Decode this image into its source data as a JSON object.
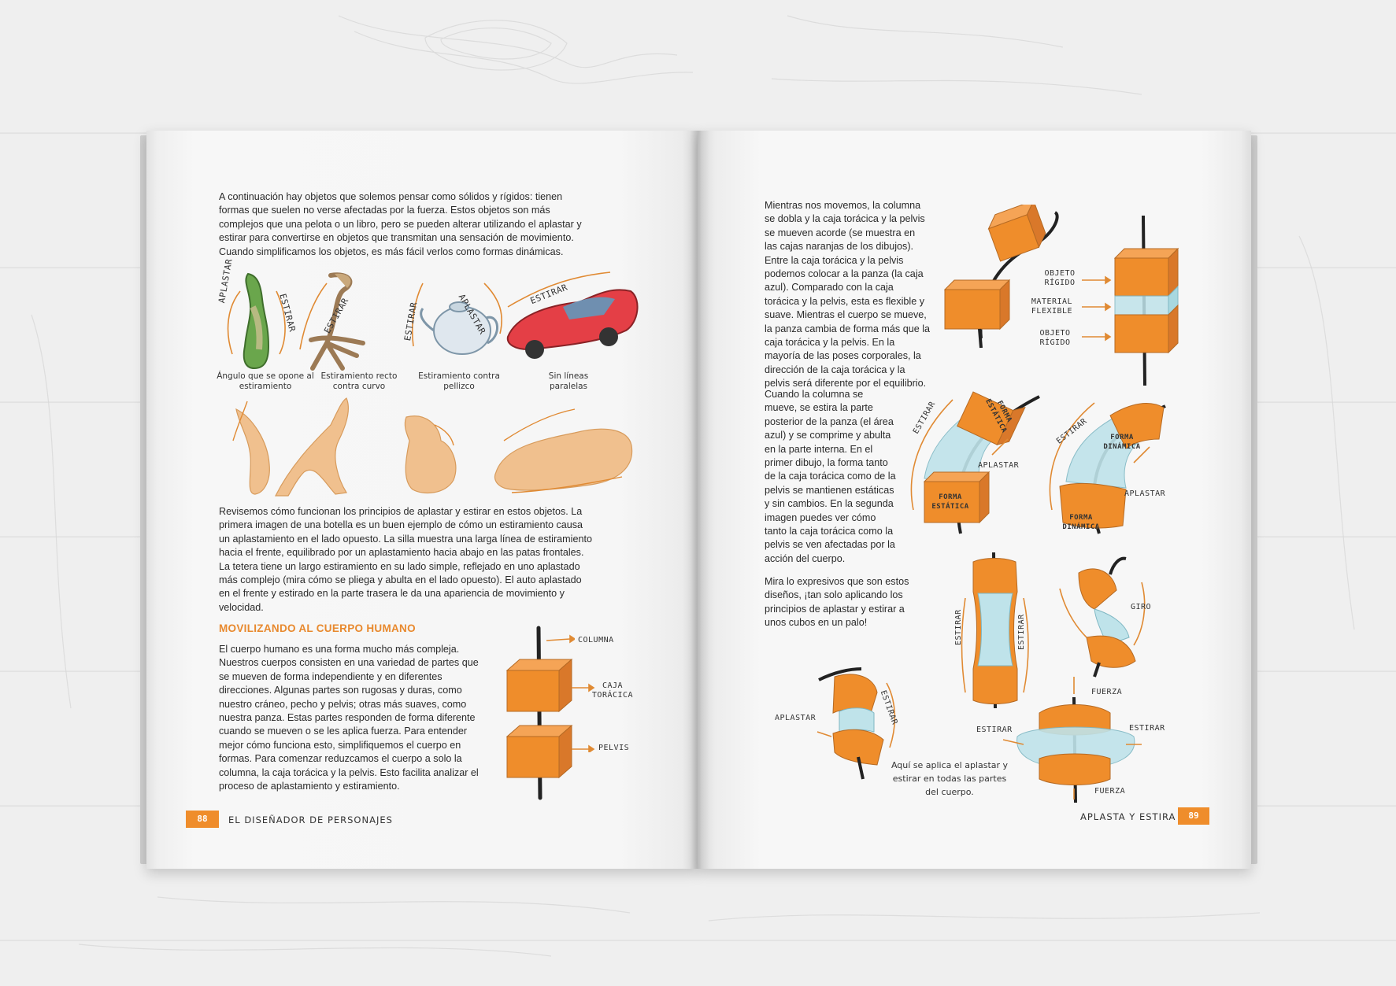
{
  "left_page": {
    "intro": "A continuación hay objetos que solemos pensar como sólidos y rígidos: tienen formas que suelen no verse afectadas por la fuerza. Estos objetos son más complejos que una pelota o un libro, pero se pueden alterar utilizando el aplastar y estirar para convertirse en objetos que transmitan una sensación de movimiento. Cuando simplificamos los objetos, es más fácil verlos como formas dinámicas.",
    "examples": [
      {
        "word_a": "APLASTAR",
        "word_b": "ESTIRAR",
        "caption": "Ángulo que se opone al estiramiento"
      },
      {
        "word_a": "ESTIRAR",
        "caption": "Estiramiento recto contra curvo"
      },
      {
        "word_a": "ESTIRAR",
        "word_b": "APLASTAR",
        "caption": "Estiramiento contra pellizco"
      },
      {
        "word_a": "ESTIRAR",
        "caption": "Sin líneas paralelas"
      }
    ],
    "review": "Revisemos cómo funcionan los principios de aplastar y estirar en estos objetos. La primera imagen de una botella es un buen ejemplo de cómo un estiramiento causa un aplastamiento en el lado opuesto. La silla muestra una larga línea de estiramiento hacia el frente, equilibrado por un aplastamiento hacia abajo en las patas frontales. La tetera tiene un largo estiramiento en su lado simple, reflejado en uno aplastado más complejo (mira cómo se pliega y abulta en el lado opuesto). El auto aplastado en el frente y estirado en la parte trasera le da una apariencia de movimiento y velocidad.",
    "section_heading": "MOVILIZANDO AL CUERPO HUMANO",
    "body": "El cuerpo humano es una forma mucho más compleja. Nuestros cuerpos consisten en una variedad de partes que se mueven de forma independiente y en diferentes direcciones. Algunas partes son rugosas y duras, como nuestro cráneo, pecho y pelvis; otras más suaves, como nuestra panza. Estas partes responden de forma diferente cuando se mueven o se les aplica fuerza. Para entender mejor cómo funciona esto, simplifiquemos el cuerpo en formas. Para comenzar reduzcamos el cuerpo a solo la columna, la caja torácica y la pelvis. Esto facilita analizar el proceso de aplastamiento y estiramiento.",
    "diagram_labels": {
      "column": "COLUMNA",
      "ribcage": "CAJA TORÁCICA",
      "pelvis": "PELVIS"
    },
    "folio": "88",
    "running_title": "EL DISEÑADOR DE PERSONAJES"
  },
  "right_page": {
    "para1": "Mientras nos movemos, la columna se dobla y la caja torácica y la pelvis se mueven acorde (se muestra en las cajas naranjas de los dibujos). Entre la caja torácica y la pelvis podemos colocar a la panza (la caja azul). Comparado con la caja torácica y la pelvis, esta es flexible y suave. Mientras el cuerpo se mueve, la panza cambia de forma más que la caja torácica y la pelvis. En la mayoría de las poses corporales, la dirección de la caja torácica y la pelvis será diferente por el equilibrio.",
    "para2": "Cuando la columna se mueve, se estira la parte posterior de la panza (el área azul) y se comprime y abulta en la parte interna. En el primer dibujo, la forma tanto de la caja torácica como de la pelvis se mantienen estáticas y sin cambios. En la segunda imagen puedes ver cómo tanto la caja torácica como la pelvis se ven afectadas por la acción del cuerpo.",
    "para3": "Mira lo expresivos que son estos diseños, ¡tan solo aplicando los principios de aplastar y estirar a unos cubos en un palo!",
    "labels": {
      "rigid1": "OBJETO RÍGIDO",
      "flexible": "MATERIAL FLEXIBLE",
      "rigid2": "OBJETO RÍGIDO",
      "static_top": "FORMA ESTÁTICA",
      "static_bottom": "FORMA ESTÁTICA",
      "stretch": "ESTIRAR",
      "squash": "APLASTAR",
      "dyn_top": "FORMA DINÁMICA",
      "dyn_bottom": "FORMA DINÁMICA",
      "twist": "GIRO",
      "force": "FUERZA"
    },
    "caption": "Aquí se aplica el aplastar y estirar en todas las partes del cuerpo.",
    "folio": "89",
    "running_title": "APLASTA Y ESTIRA"
  },
  "colors": {
    "orange": "#ef8d2b",
    "blue": "#a8d8e0",
    "text": "#2a2a2a"
  }
}
